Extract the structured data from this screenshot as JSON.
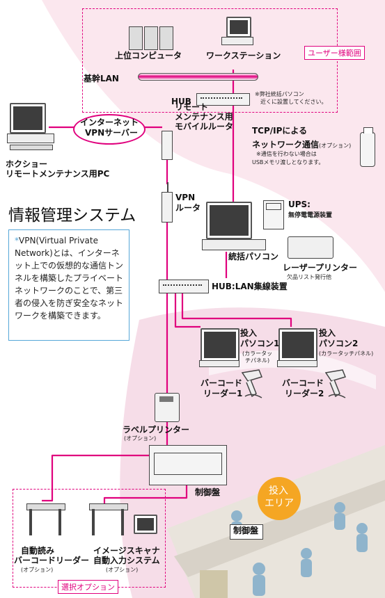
{
  "user_scope": {
    "label": "ユーザー様範囲",
    "host": "上位コンピュータ",
    "workstation": "ワークステーション",
    "lan": "基幹LAN",
    "hub": "HUB",
    "hub_note_line1": "※弊社統括パソコン",
    "hub_note_line2": "近くに設置してください。"
  },
  "remote": {
    "pc_line1": "ホクショー",
    "pc_line2": "リモートメンテナンス用PC",
    "server_line1": "インターネット",
    "server_line2": "VPNサーバー",
    "router_line1": "リモート",
    "router_line2": "メンテナンス用",
    "router_line3": "モバイルルータ",
    "vpn_line1": "VPN",
    "vpn_line2": "ルータ"
  },
  "tcp": {
    "line1": "TCP/IPによる",
    "line2_main": "ネットワーク通信",
    "line2_opt": "(オプション)",
    "note1": "※通信を行わない場合は",
    "note2": "USBメモリ渡しとなります。"
  },
  "system_title": "情報管理システム",
  "vpn_note": {
    "asterisk": "*",
    "text": "VPN(Virtual Private Network)とは、インターネット上での仮想的な通信トンネルを構築したプライベートネットワークのことで、第三者の侵入を防ぎ安全なネットワークを構築できます。"
  },
  "devices": {
    "ups_line1": "UPS:",
    "ups_line2": "無停電電源装置",
    "main_pc": "統括パソコン",
    "printer": "レーザープリンター",
    "printer_sub": "欠品リスト発行他",
    "hub_lan": "HUB:LAN集線装置",
    "input1_line1": "投入",
    "input1_line2": "パソコン1",
    "input1_sub1": "(カラータッ",
    "input1_sub2": "チパネル)",
    "input2_line1": "投入",
    "input2_line2": "パソコン2",
    "input2_sub": "(カラータッチパネル)",
    "barcode1_line1": "バーコード",
    "barcode1_line2": "リーダー1",
    "barcode2_line1": "バーコード",
    "barcode2_line2": "リーダー2",
    "label_printer": "ラベルプリンター",
    "label_printer_opt": "(オプション)",
    "control_panel": "制御盤"
  },
  "options": {
    "auto_read_line1": "自動読み",
    "auto_read_line2": "バーコードリーダー",
    "auto_read_opt": "(オプション)",
    "image_line1": "イメージスキャナ",
    "image_line2": "自動入力システム",
    "image_opt": "(オプション)",
    "select_label": "選択オプション"
  },
  "area": {
    "input_area_line1": "投入",
    "input_area_line2": "エリア",
    "control_panel_sign": "制御盤"
  },
  "colors": {
    "line": "#e0007d",
    "accent_blue": "#55a6d8",
    "area_orange": "#f5a623"
  }
}
